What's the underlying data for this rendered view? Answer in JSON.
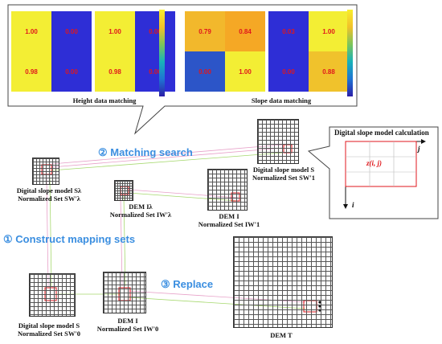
{
  "top_panel": {
    "height_caption": "Height data matching",
    "slope_caption": "Slope data matching",
    "height_blocks": [
      {
        "cells": [
          "1.00",
          "0.00",
          "0.98",
          "0.00"
        ],
        "colors": [
          "#f3ee34",
          "#2e2ed6",
          "#f3ee34",
          "#2e2ed6"
        ]
      },
      {
        "cells": [
          "1.00",
          "0.00",
          "0.98",
          "0.00"
        ],
        "colors": [
          "#f3ee34",
          "#2e2ed6",
          "#f3ee34",
          "#2e2ed6"
        ]
      }
    ],
    "slope_blocks": [
      {
        "cells": [
          "0.79",
          "0.84",
          "0.00",
          "1.00"
        ],
        "colors": [
          "#f2b82c",
          "#f5a825",
          "#2c55c8",
          "#f3ee34"
        ]
      },
      {
        "cells": [
          "0.03",
          "1.00",
          "0.00",
          "0.88"
        ],
        "colors": [
          "#2e2ed6",
          "#f3ee34",
          "#2e2ed6",
          "#f0c22c"
        ]
      }
    ]
  },
  "steps": {
    "matching": "② Matching search",
    "construct": "① Construct  mapping sets",
    "replace": "③ Replace"
  },
  "labels": {
    "slope_lambda_1": "Digital slope model  Sλ",
    "slope_lambda_2": "Normalized Set SW'λ",
    "slope_s1_1": "Digital slope model S",
    "slope_s1_2": "Normalized Set SW'1",
    "dem_lambda_1": "DEM Iλ",
    "dem_lambda_2": "Normalized Set IW'λ",
    "dem_i1_1": "DEM I",
    "dem_i1_2": "Normalized Set IW'1",
    "slope_s0_1": "Digital slope model S",
    "slope_s0_2": "Normalized Set SW'0",
    "dem_i0_1": "DEM  I",
    "dem_i0_2": "Normalized Set IW'0",
    "dem_t": "DEM  T"
  },
  "calc_panel": {
    "title": "Digital slope model calculation",
    "axis_j": "j",
    "axis_i": "i",
    "cell_label": "z(i, j)"
  }
}
